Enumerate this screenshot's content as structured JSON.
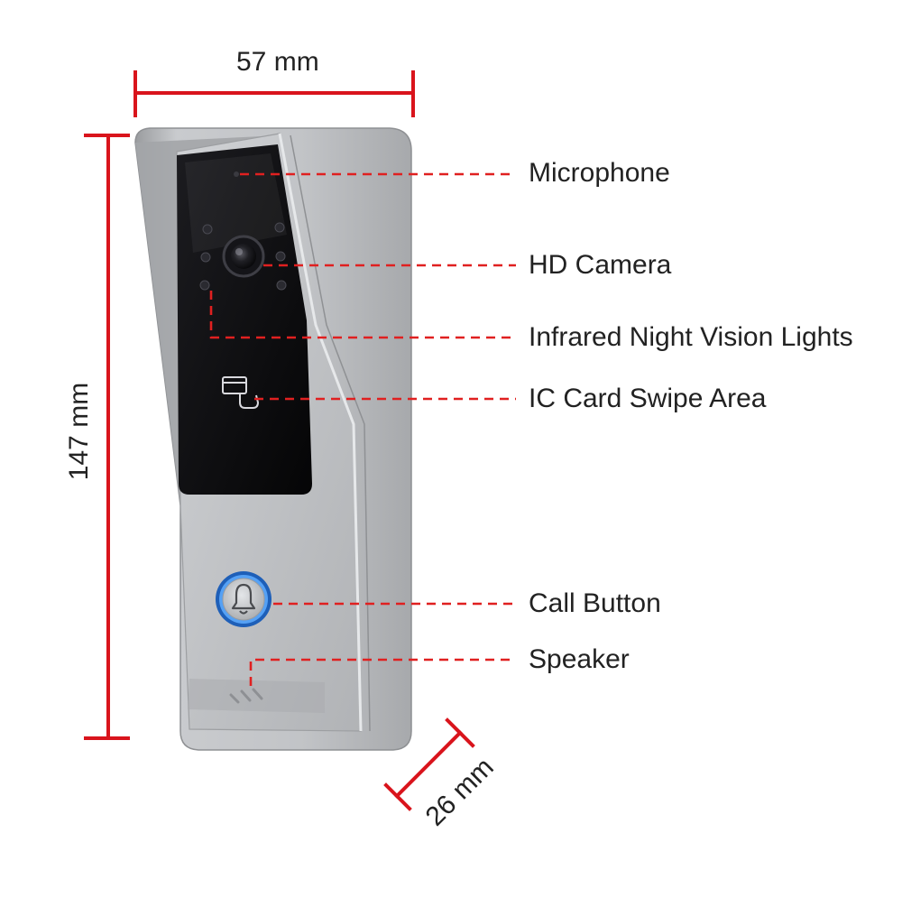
{
  "dimensions": {
    "width": "57 mm",
    "height": "147 mm",
    "depth": "26 mm"
  },
  "callouts": {
    "microphone": "Microphone",
    "camera": "HD Camera",
    "infrared": "Infrared Night Vision Lights",
    "ic_card": "IC Card Swipe Area",
    "call_button": "Call Button",
    "speaker": "Speaker"
  },
  "colors": {
    "dimension_line": "#d9141c",
    "leader_line": "#e02020",
    "housing": "#b8babd",
    "panel": "#0c0c0e",
    "button_ring": "#2d7fe6"
  }
}
